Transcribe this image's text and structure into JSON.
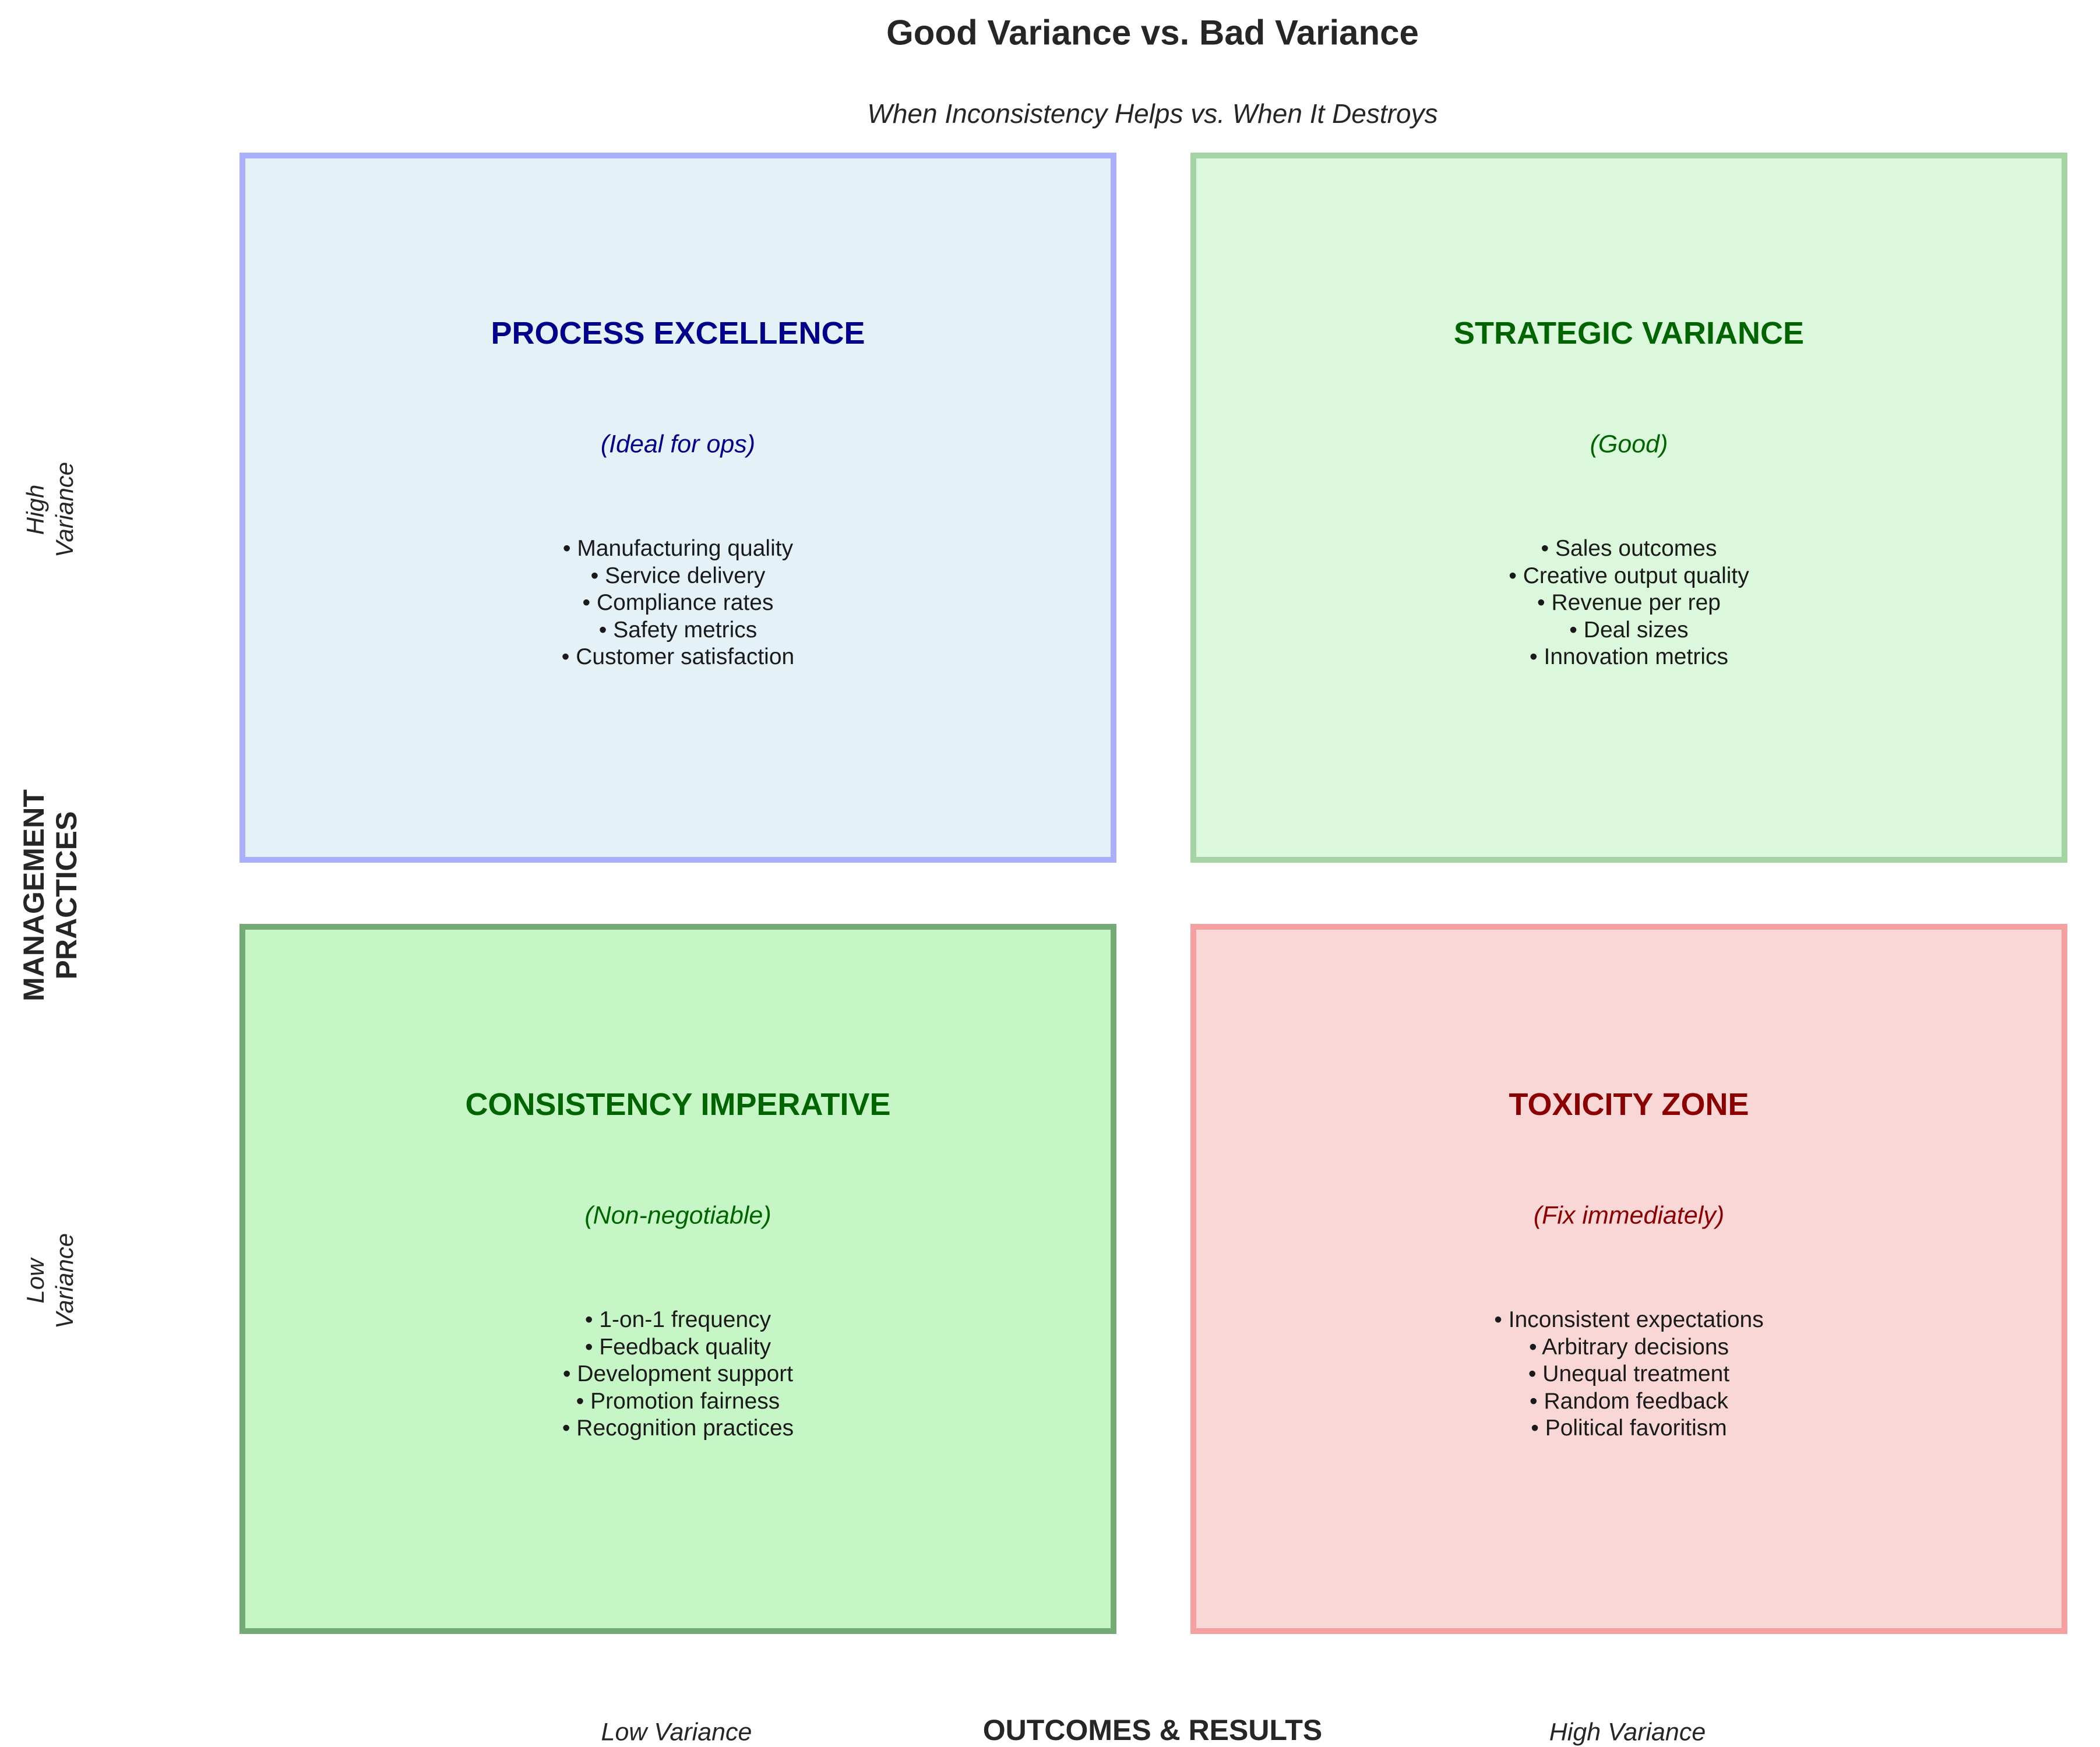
{
  "title": "Good Variance vs. Bad Variance",
  "subtitle": "When Inconsistency Helps vs. When It Destroys",
  "y_axis": {
    "label_line1": "MANAGEMENT",
    "label_line2": "PRACTICES",
    "high": [
      "High",
      "Variance"
    ],
    "low": [
      "Low",
      "Variance"
    ]
  },
  "x_axis": {
    "label": "OUTCOMES & RESULTS",
    "low": "Low Variance",
    "high": "High Variance"
  },
  "quadrants": {
    "top_left": {
      "title": "PROCESS EXCELLENCE",
      "subtitle": "(Ideal for ops)",
      "color": "#00008b",
      "items": [
        "• Manufacturing quality",
        "• Service delivery",
        "• Compliance rates",
        "• Safety metrics",
        "• Customer satisfaction"
      ]
    },
    "top_right": {
      "title": "STRATEGIC VARIANCE",
      "subtitle": "(Good)",
      "color": "#006400",
      "items": [
        "• Sales outcomes",
        "• Creative output quality",
        "• Revenue per rep",
        "• Deal sizes",
        "• Innovation metrics"
      ]
    },
    "bottom_left": {
      "title": "CONSISTENCY IMPERATIVE",
      "subtitle": "(Non-negotiable)",
      "color": "#006400",
      "items": [
        "• 1-on-1 frequency",
        "• Feedback quality",
        "• Development support",
        "• Promotion fairness",
        "• Recognition practices"
      ]
    },
    "bottom_right": {
      "title": "TOXICITY ZONE",
      "subtitle": "(Fix immediately)",
      "color": "#8b0000",
      "items": [
        "• Inconsistent expectations",
        "• Arbitrary decisions",
        "• Unequal treatment",
        "• Random feedback",
        "• Political favoritism"
      ]
    }
  }
}
